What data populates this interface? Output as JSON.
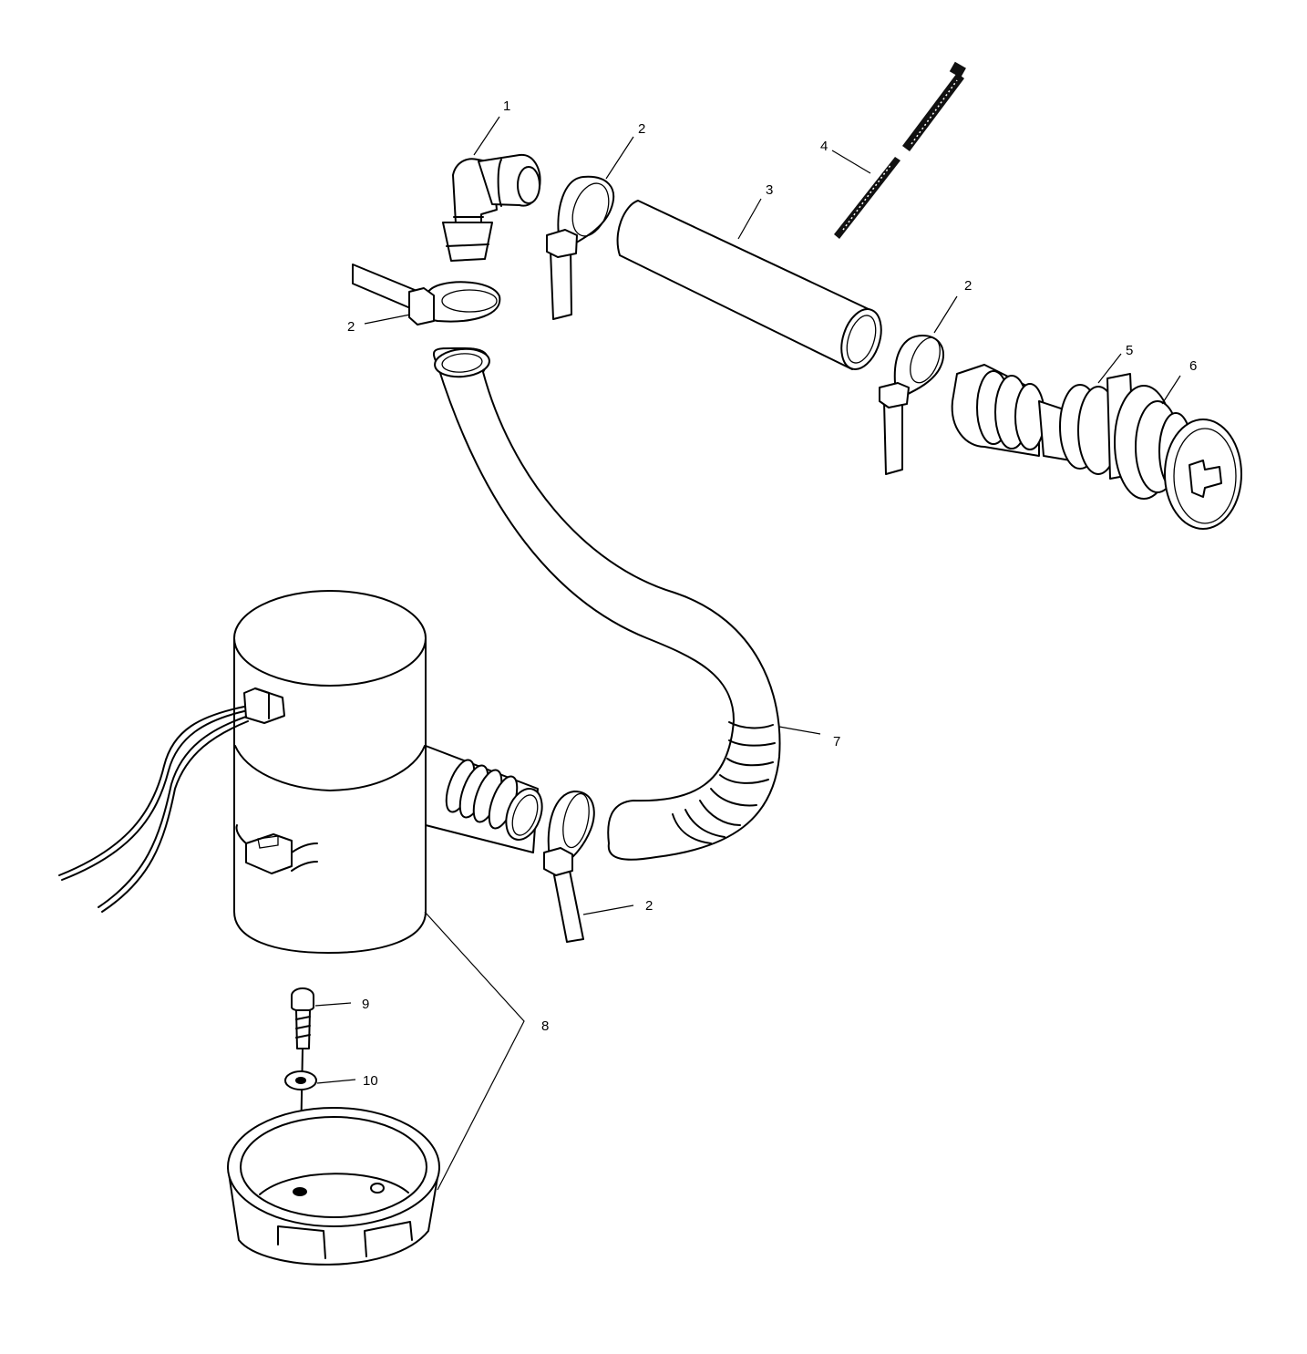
{
  "diagram": {
    "type": "exploded parts view",
    "background": "#ffffff",
    "line_color": "#000000",
    "callouts": [
      {
        "id": "c1",
        "label": "1",
        "part": "elbow fitting"
      },
      {
        "id": "c2a",
        "label": "2",
        "part": "cable tie (upper left)"
      },
      {
        "id": "c2b",
        "label": "2",
        "part": "cable tie (upper)"
      },
      {
        "id": "c2c",
        "label": "2",
        "part": "cable tie (right)"
      },
      {
        "id": "c2d",
        "label": "2",
        "part": "cable tie (lower)"
      },
      {
        "id": "c3",
        "label": "3",
        "part": "straight hose"
      },
      {
        "id": "c4",
        "label": "4",
        "part": "strap"
      },
      {
        "id": "c5",
        "label": "5",
        "part": "thru-hull nut"
      },
      {
        "id": "c6",
        "label": "6",
        "part": "thru-hull fitting"
      },
      {
        "id": "c7",
        "label": "7",
        "part": "curved bilge hose"
      },
      {
        "id": "c8",
        "label": "8",
        "part": "bilge pump assembly"
      },
      {
        "id": "c9",
        "label": "9",
        "part": "screw"
      },
      {
        "id": "c10",
        "label": "10",
        "part": "washer"
      }
    ]
  }
}
